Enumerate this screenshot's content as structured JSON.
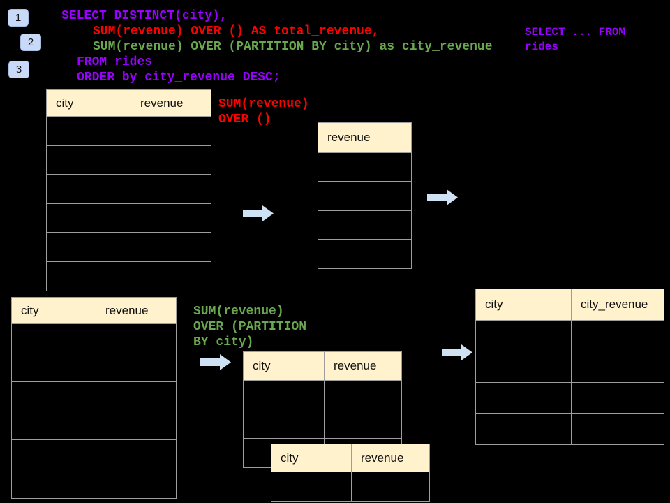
{
  "colors": {
    "background": "#000000",
    "table_header_fill": "#FFF2CC",
    "table_border": "#9E9E9E",
    "badge_fill": "#C9DAF8",
    "arrow_fill": "#CFE2F3",
    "code_purple": "#9900FF",
    "code_red": "#FF0000",
    "code_green": "#6AA84F"
  },
  "icons": {
    "flow_arrow": "right-block-arrow"
  },
  "badges": [
    {
      "label": "1"
    },
    {
      "label": "2"
    },
    {
      "label": "3"
    }
  ],
  "code": {
    "lines": [
      {
        "text": "SELECT DISTINCT(city),",
        "color": "purple"
      },
      {
        "text": "SUM(revenue) OVER () AS total_revenue,",
        "color": "red"
      },
      {
        "text": "SUM(revenue) OVER (PARTITION BY city) as city_revenue",
        "color": "green"
      },
      {
        "text": "FROM rides",
        "color": "purple"
      },
      {
        "text": "ORDER by city_revenue DESC;",
        "color": "purple"
      }
    ]
  },
  "side_note": {
    "line1": "SELECT ... FROM",
    "line2": "rides"
  },
  "annotations": {
    "total_revenue": {
      "line1": "SUM(revenue)",
      "line2": "OVER ()"
    },
    "partition": {
      "line1": "SUM(revenue)",
      "line2": "OVER (PARTITION",
      "line3": "BY city)"
    }
  },
  "tables": {
    "source_top": {
      "columns": [
        "city",
        "revenue"
      ],
      "row_count": 6,
      "cells": []
    },
    "window_total": {
      "columns": [
        "revenue"
      ],
      "row_count": 4,
      "cells": []
    },
    "source_bottom": {
      "columns": [
        "city",
        "revenue"
      ],
      "row_count": 6,
      "cells": []
    },
    "partition_input": {
      "columns": [
        "city",
        "revenue"
      ],
      "row_count": 3,
      "cells": []
    },
    "partition_input_overlay": {
      "columns": [
        "city",
        "revenue"
      ],
      "row_count": 1,
      "cells": []
    },
    "result": {
      "columns": [
        "city",
        "city_revenue"
      ],
      "row_count": 4,
      "cells": []
    }
  }
}
